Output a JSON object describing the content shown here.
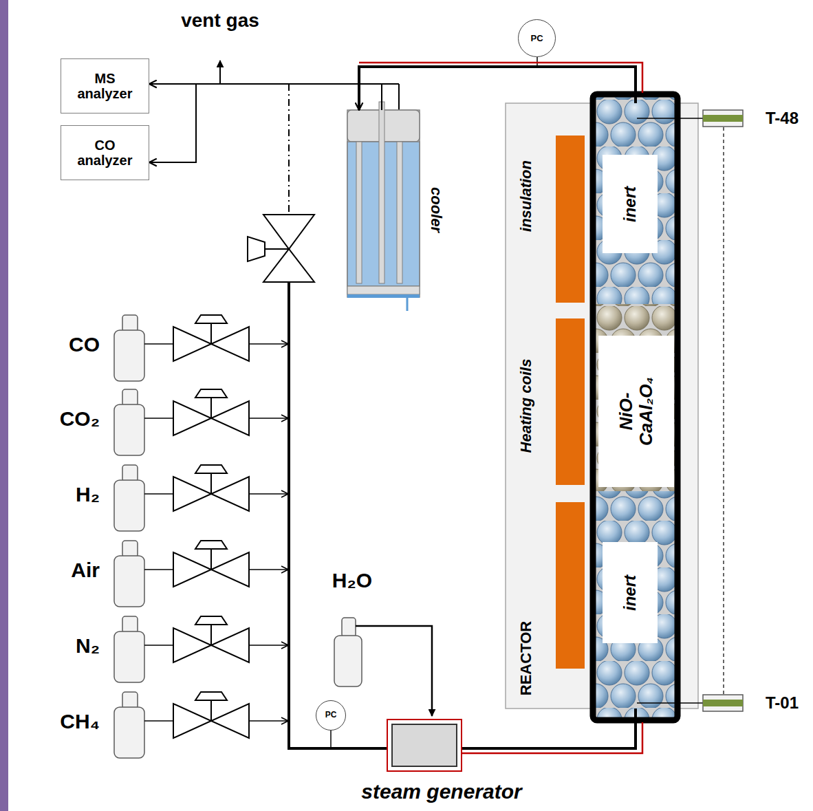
{
  "diagram": {
    "nodes": [
      {
        "text": [
          "PC"
        ]
      },
      {
        "text": [
          "MS analyzer"
        ]
      },
      {
        "text": [
          "CO analyzer"
        ]
      },
      {
        "text": [
          "cooler"
        ]
      },
      {
        "text": [
          "REACTOR"
        ]
      },
      {
        "text": [
          "inert"
        ],
        "in": 4
      },
      {
        "text": [
          "NiO- CaAl₂O₄"
        ],
        "in": 4
      },
      {
        "text": [
          "inert"
        ],
        "in": 4
      },
      {
        "text": [
          "PC"
        ]
      },
      {
        "text": [
          "steam generator"
        ]
      }
    ],
    "edges": [
      {
        "from": 9,
        "to": 4,
        "arrow": "none"
      },
      {
        "from": 4,
        "to": 3,
        "arrow": "to"
      },
      {
        "from": 3,
        "to": 1,
        "arrow": "to"
      },
      {
        "from": 3,
        "to": 2,
        "arrow": "to"
      }
    ],
    "labels": [
      "vent gas",
      "T-48",
      "insulation",
      "Heating coils",
      "CO",
      "CO₂",
      "H₂",
      "Air",
      "N₂",
      "H₂O",
      "CH₄",
      "T-01"
    ]
  }
}
